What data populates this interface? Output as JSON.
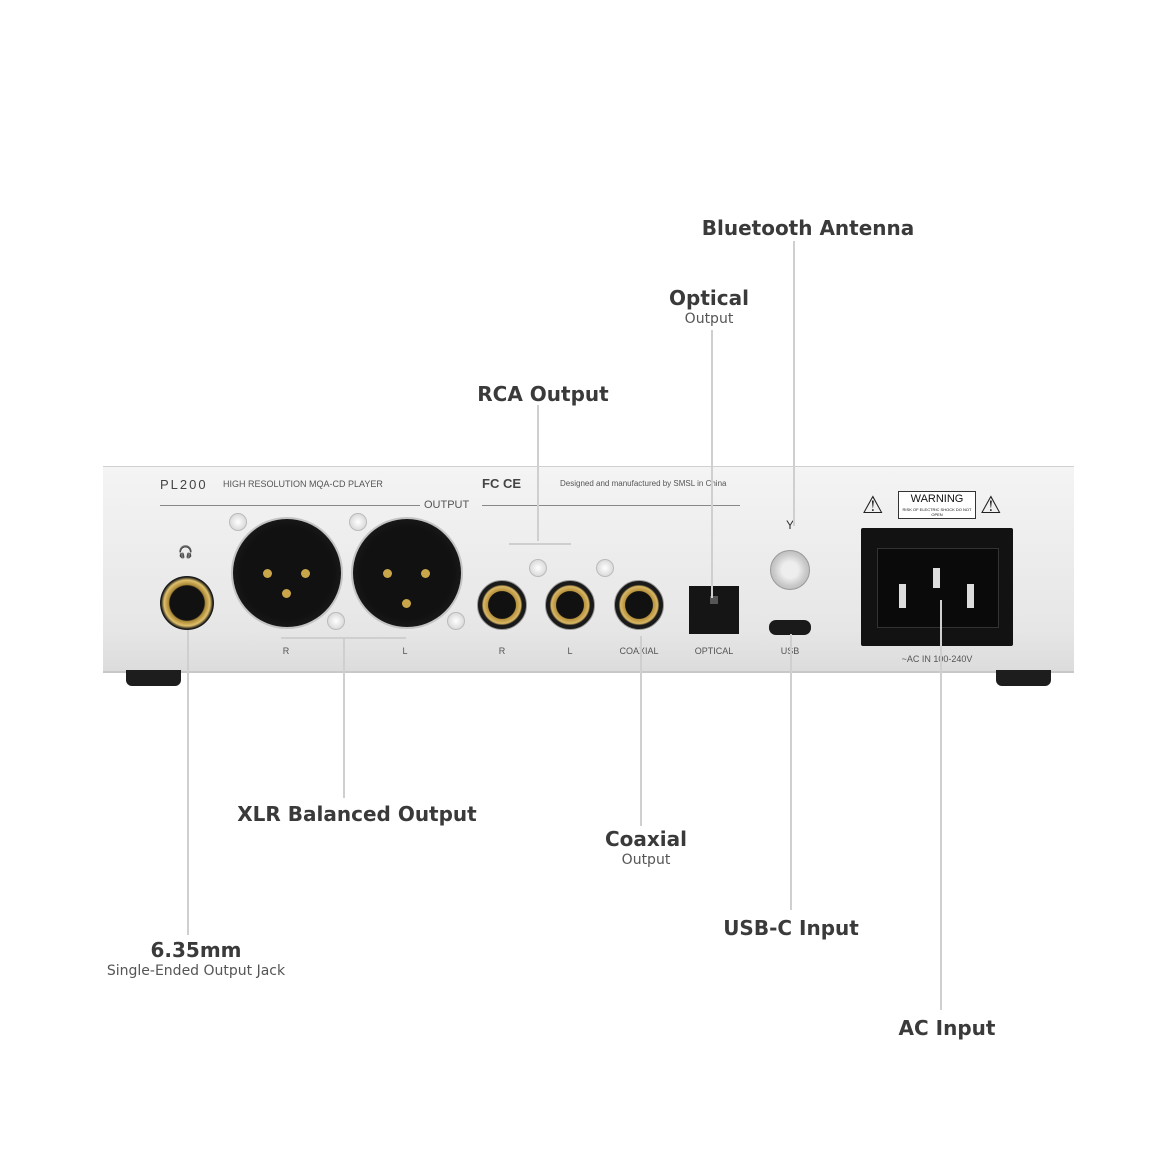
{
  "callouts": {
    "bluetooth": {
      "title": "Bluetooth Antenna"
    },
    "optical": {
      "title": "Optical",
      "sub": "Output"
    },
    "rca": {
      "title": "RCA Output"
    },
    "xlr": {
      "title": "XLR Balanced Output"
    },
    "coaxial": {
      "title": "Coaxial",
      "sub": "Output"
    },
    "usbc": {
      "title": "USB-C Input"
    },
    "jack": {
      "title": "6.35mm",
      "sub": "Single-Ended Output Jack"
    },
    "ac": {
      "title": "AC Input"
    }
  },
  "panel": {
    "model": "PL200",
    "description": "HIGH RESOLUTION MQA-CD PLAYER",
    "certs": "FC CE",
    "made_by": "Designed and manufactured by SMSL in China",
    "output_header": "OUTPUT",
    "warning": "WARNING",
    "warning_small": "RISK OF ELECTRIC SHOCK DO NOT OPEN",
    "labels": {
      "xlr_r": "R",
      "xlr_l": "L",
      "rca_r": "R",
      "rca_l": "L",
      "coaxial": "COAXIAL",
      "optical": "OPTICAL",
      "usb": "USB",
      "ac": "~AC IN 100-240V"
    }
  }
}
